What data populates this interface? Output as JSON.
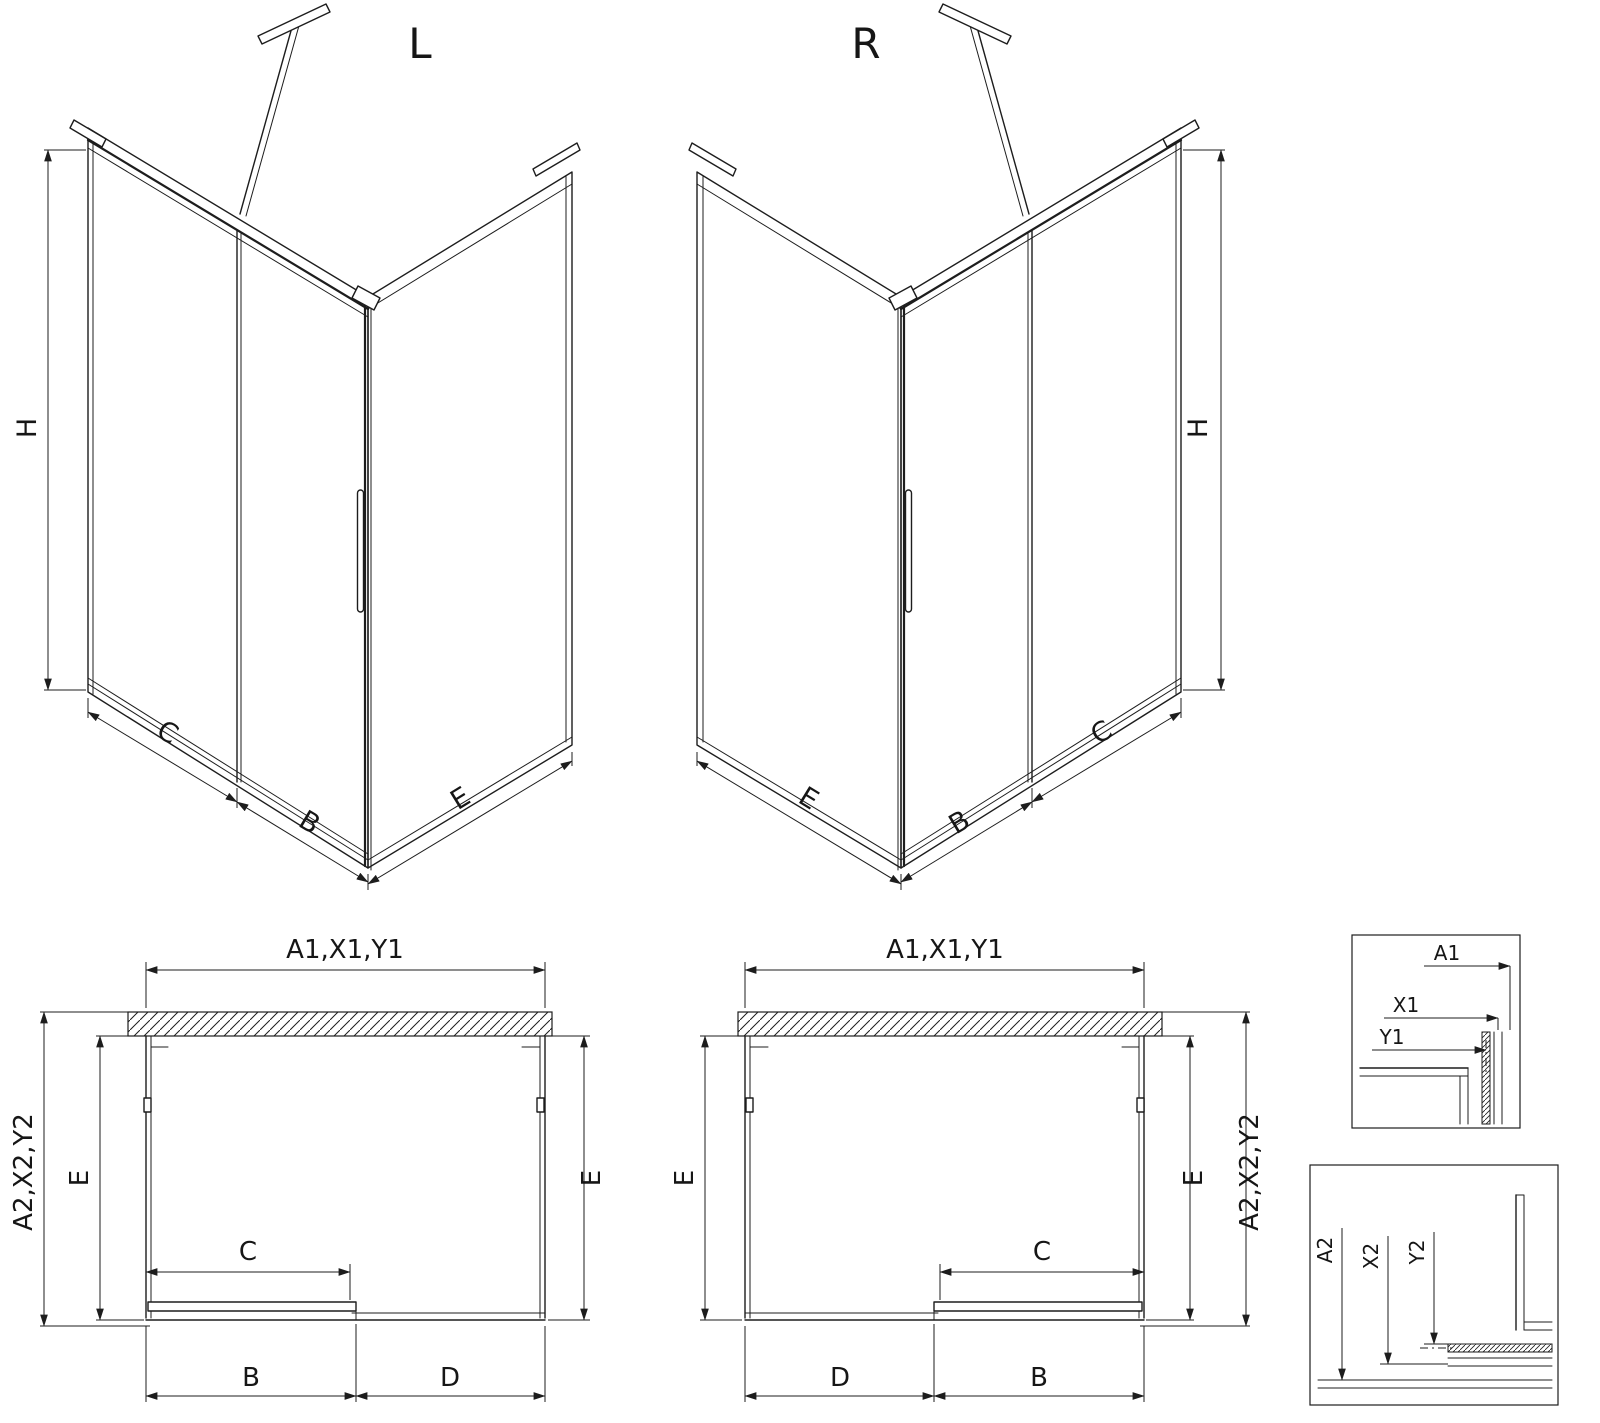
{
  "drawing": {
    "kind": "shower-enclosure-technical-drawing",
    "line_color": "#1d1d1d",
    "background": "#ffffff"
  },
  "iso_left": {
    "variant": "L",
    "height": "H",
    "panel_c": "C",
    "door_b": "B",
    "side_e": "E"
  },
  "iso_right": {
    "variant": "R",
    "height": "H",
    "panel_c": "C",
    "door_b": "B",
    "side_e": "E"
  },
  "plan_left": {
    "width_top": "A1,X1,Y1",
    "depth_outer": "A2,X2,Y2",
    "depth_e_left": "E",
    "depth_e_right": "E",
    "opening_c": "C",
    "door_b": "B",
    "panel_d": "D"
  },
  "plan_right": {
    "width_top": "A1,X1,Y1",
    "depth_e_left": "E",
    "depth_e_right": "E",
    "depth_outer": "A2,X2,Y2",
    "opening_c": "C",
    "panel_d": "D",
    "door_b": "B"
  },
  "detail_width": {
    "a1": "A1",
    "x1": "X1",
    "y1": "Y1"
  },
  "detail_depth": {
    "a2": "A2",
    "x2": "X2",
    "y2": "Y2"
  }
}
